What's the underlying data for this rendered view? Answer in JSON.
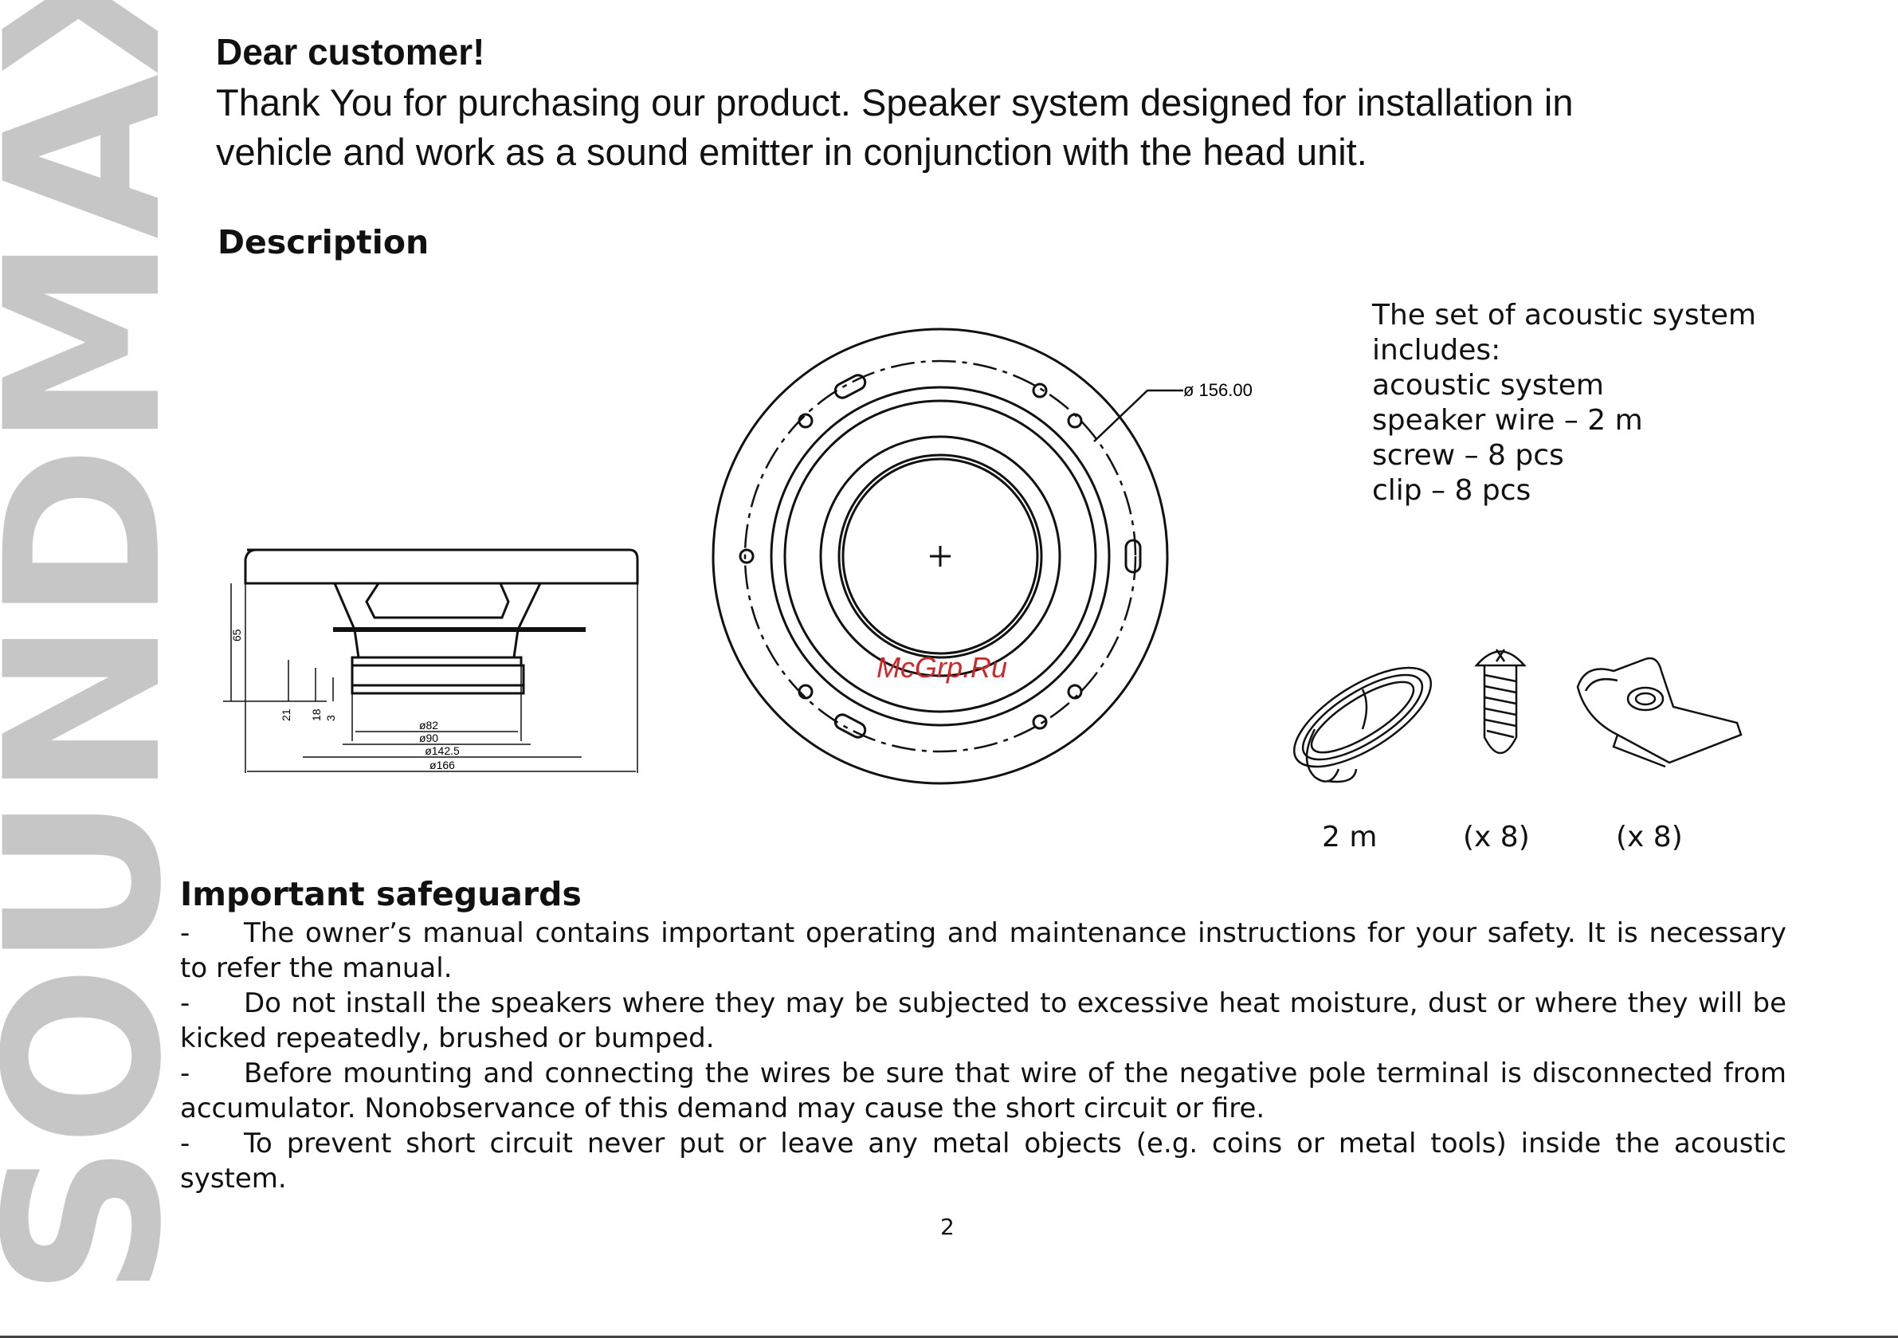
{
  "brand": "SOUNDMAX",
  "greeting": {
    "title": "Dear customer!",
    "body": "Thank You for purchasing our product. Speaker system designed for installation in vehicle and work as a sound emitter in conjunction with the head unit."
  },
  "description": {
    "title": "Description",
    "side_view": {
      "height_dims": [
        "65",
        "21",
        "18",
        "3"
      ],
      "diameter_dims": [
        "ø82",
        "ø90",
        "ø142.5",
        "ø166"
      ]
    },
    "front_view": {
      "diameter_label": "ø 156.00",
      "center_mark": "+"
    },
    "kit_list": [
      "The set of acoustic system",
      "includes:",
      "acoustic system",
      "speaker wire – 2 m",
      "screw – 8 pcs",
      "clip – 8 pcs"
    ],
    "accessories": [
      {
        "icon": "speaker-wire-coil-icon",
        "label": "2 m"
      },
      {
        "icon": "screw-icon",
        "label": "(x 8)"
      },
      {
        "icon": "mounting-clip-icon",
        "label": "(x 8)"
      }
    ],
    "watermark": "McGrp.Ru"
  },
  "safeguards": {
    "title": "Important safeguards",
    "bullet": "-",
    "items": [
      "The owner’s manual contains important operating and maintenance instructions for your safety. It is necessary to refer the manual.",
      "Do not install the speakers where they may be subjected to excessive heat moisture, dust or where they will be kicked repeatedly, brushed or bumped.",
      "Before mounting and connecting the wires be sure that wire of the negative pole terminal is disconnected from accumulator. Nonobservance of this demand may cause the short circuit or fire.",
      "To prevent short circuit never put or leave any metal objects (e.g. coins or metal tools) inside the acoustic system."
    ]
  },
  "page_number": "2",
  "colors": {
    "brand_gray": "#c6c6c6",
    "watermark_red": "#cc2a2a",
    "text": "#111111"
  }
}
